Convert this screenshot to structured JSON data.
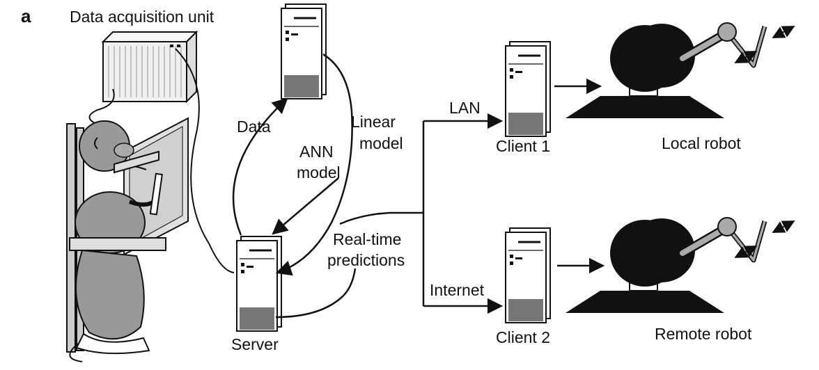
{
  "panel_letter": "a",
  "labels": {
    "daq_unit": "Data acquisition unit",
    "data": "Data",
    "ann_line1": "ANN",
    "ann_line2": "model",
    "linear_line1": "Linear",
    "linear_line2": "model",
    "realtime_line1": "Real-time",
    "realtime_line2": "predictions",
    "lan": "LAN",
    "internet": "Internet",
    "server": "Server",
    "client1": "Client 1",
    "client2": "Client 2",
    "local_robot": "Local robot",
    "remote_robot": "Remote robot"
  },
  "icons": [
    "monkey-figure",
    "daq-rack-icon",
    "computer-tower-icon",
    "robot-arm-icon"
  ],
  "colors": {
    "ink": "#111111",
    "fill_gray": "#b5b5b5",
    "dark_gray": "#7a7a7a",
    "panel_white": "#f4f4f4"
  }
}
